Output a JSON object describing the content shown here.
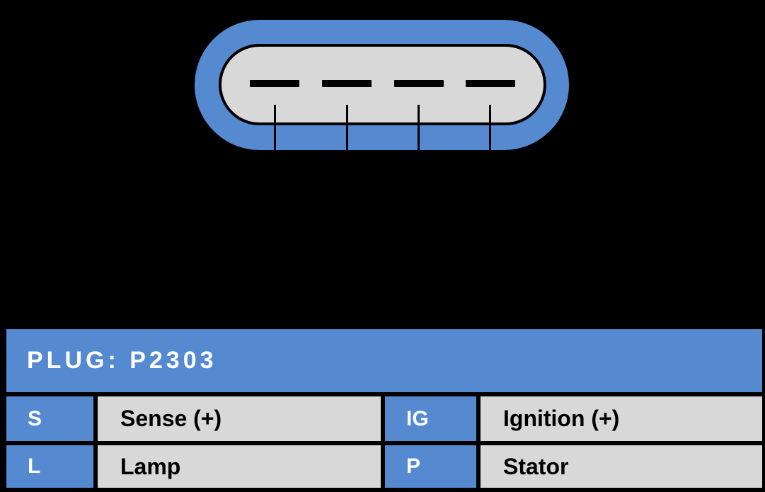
{
  "colors": {
    "accent_blue": "#5589D0",
    "light_gray": "#D8D8D8",
    "background": "#000000",
    "line_black": "#000000",
    "header_text": "#FFFFFF",
    "value_text": "#000000"
  },
  "connector": {
    "description": "4-pin oval plug, face view",
    "pin_count": 4
  },
  "pinout_table": {
    "title": "PLUG: P2303",
    "rows": [
      {
        "cells": [
          {
            "pin": "S",
            "function": "Sense (+)"
          },
          {
            "pin": "IG",
            "function": "Ignition (+)"
          }
        ]
      },
      {
        "cells": [
          {
            "pin": "L",
            "function": "Lamp"
          },
          {
            "pin": "P",
            "function": "Stator"
          }
        ]
      }
    ]
  }
}
